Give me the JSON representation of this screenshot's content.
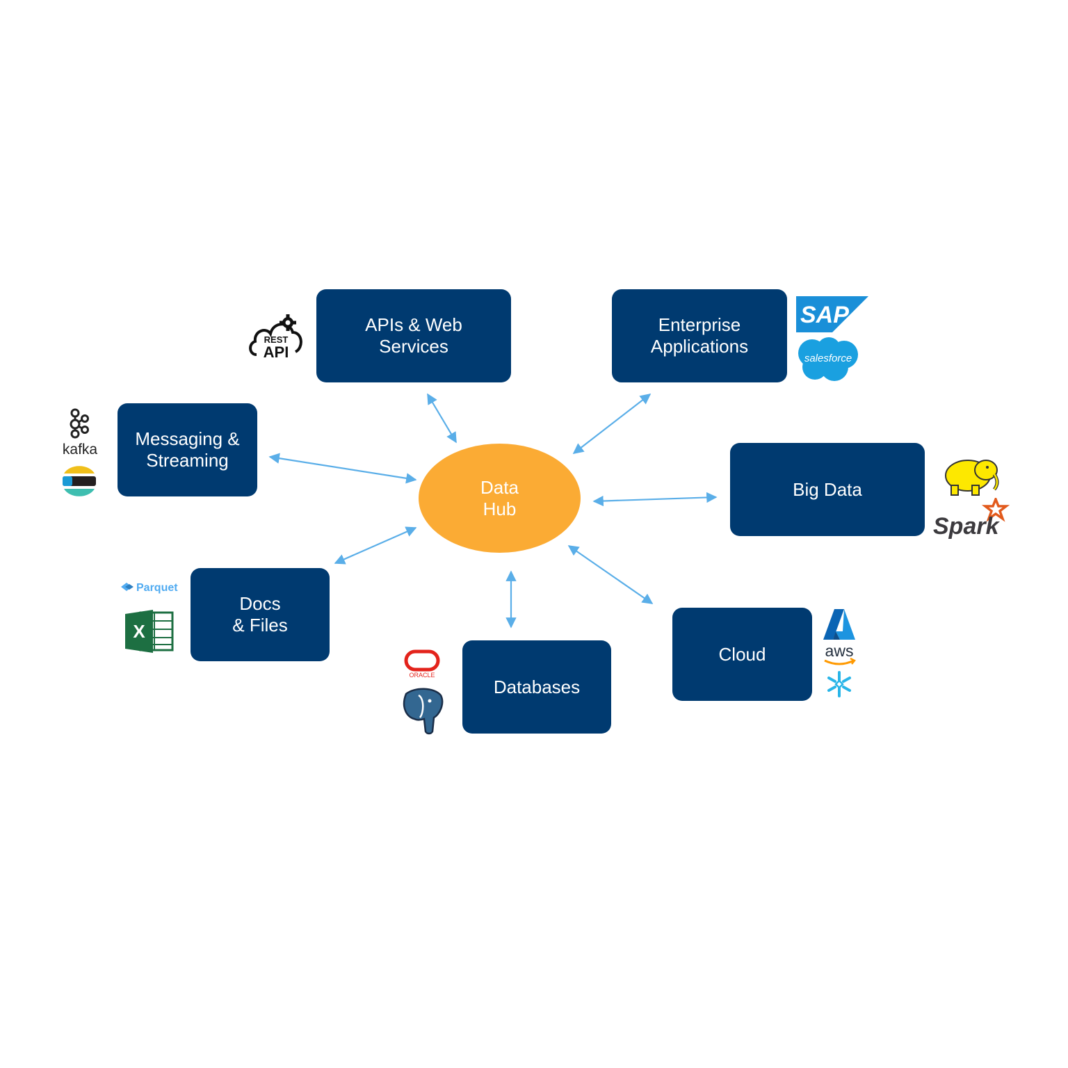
{
  "colors": {
    "node": "#003a70",
    "hub": "#fbab34",
    "connector": "#5aaee8",
    "text": "#ffffff"
  },
  "hub": {
    "line1": "Data",
    "line2": "Hub"
  },
  "nodes": {
    "apis": {
      "line1": "APIs & Web",
      "line2": "Services"
    },
    "enterprise": {
      "line1": "Enterprise",
      "line2": "Applications"
    },
    "messaging": {
      "line1": "Messaging &",
      "line2": "Streaming"
    },
    "bigdata": {
      "line1": "Big Data"
    },
    "docs": {
      "line1": "Docs",
      "line2": "& Files"
    },
    "databases": {
      "line1": "Databases"
    },
    "cloud": {
      "line1": "Cloud"
    }
  },
  "logos": {
    "rest_api": {
      "top": "REST",
      "bottom": "API"
    },
    "sap": "SAP",
    "salesforce": "salesforce",
    "kafka": "kafka",
    "hadoop": "hadoop-elephant-icon",
    "spark": "Spark",
    "parquet": "Parquet",
    "excel": "X",
    "oracle": "ORACLE",
    "postgres": "postgresql-elephant-icon",
    "aws": "aws",
    "azure": "azure-icon",
    "snowflake": "snowflake-icon",
    "elastic": "elastic-icon"
  }
}
